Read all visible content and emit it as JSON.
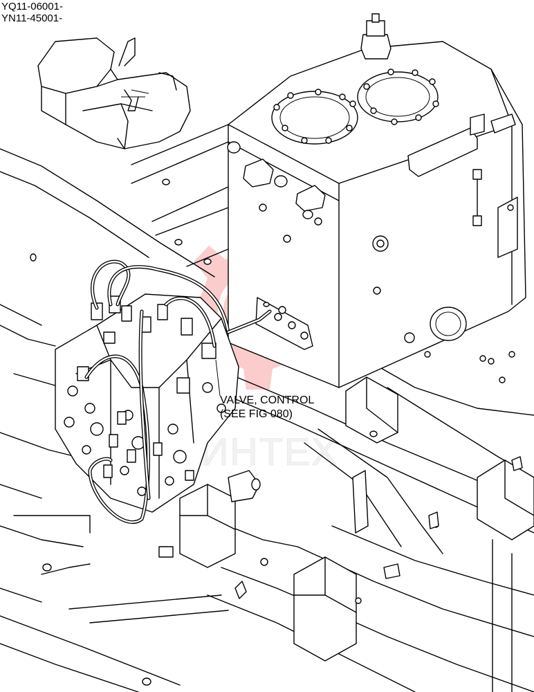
{
  "serials": {
    "line1": "YQ11-06001-",
    "line2": "YN11-45001-"
  },
  "callout": {
    "line1": "VALVE, CONTROL",
    "line2": "(SEE FIG 080)"
  },
  "watermark": {
    "text": "ИНТЕХ",
    "color": "#f4a0a0"
  }
}
